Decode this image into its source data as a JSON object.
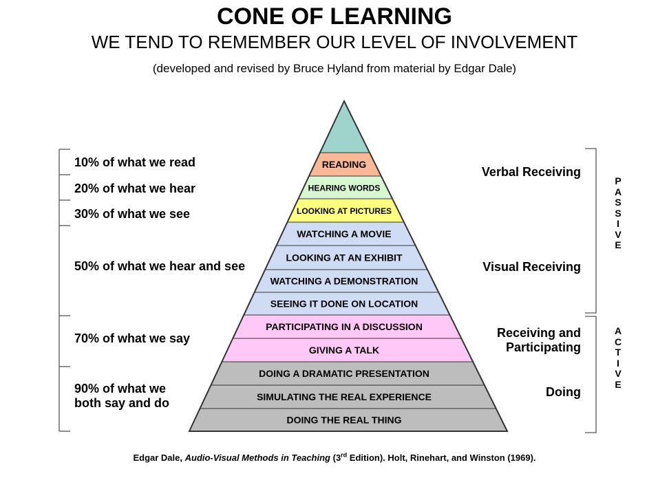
{
  "title": "CONE OF LEARNING",
  "subtitle": "WE TEND TO REMEMBER OUR LEVEL OF INVOLVEMENT",
  "credit": "(developed and revised by Bruce Hyland from material by Edgar Dale)",
  "colors": {
    "apex": "#9fd4cc",
    "reading": "#f9b896",
    "hearing": "#d6f7d0",
    "pictures": "#ffff80",
    "visual": "#cfdcf4",
    "discussion": "#ffc8f6",
    "doing": "#bdbdbd",
    "outline": "#333333"
  },
  "layers": [
    {
      "label": "",
      "color": "apex"
    },
    {
      "label": "READING",
      "color": "reading"
    },
    {
      "label": "HEARING WORDS",
      "color": "hearing",
      "small": true
    },
    {
      "label": "LOOKING AT PICTURES",
      "color": "pictures",
      "small": true
    },
    {
      "label": "WATCHING A MOVIE",
      "color": "visual"
    },
    {
      "label": "LOOKING AT AN EXHIBIT",
      "color": "visual"
    },
    {
      "label": "WATCHING A DEMONSTRATION",
      "color": "visual"
    },
    {
      "label": "SEEING IT DONE ON LOCATION",
      "color": "visual"
    },
    {
      "label": "PARTICIPATING IN A DISCUSSION",
      "color": "discussion"
    },
    {
      "label": "GIVING A TALK",
      "color": "discussion"
    },
    {
      "label": "DOING A DRAMATIC PRESENTATION",
      "color": "doing"
    },
    {
      "label": "SIMULATING THE REAL EXPERIENCE",
      "color": "doing"
    },
    {
      "label": "DOING THE REAL THING",
      "color": "doing"
    }
  ],
  "left_labels": [
    {
      "line1": "10% of what we read",
      "line2": ""
    },
    {
      "line1": "20% of what we hear",
      "line2": ""
    },
    {
      "line1": "30% of what we see",
      "line2": ""
    },
    {
      "line1": "50% of what we hear and see",
      "line2": ""
    },
    {
      "line1": "70% of what we say",
      "line2": ""
    },
    {
      "line1": "90% of what we",
      "line2": "both say and do"
    }
  ],
  "right_labels": [
    {
      "line1": "Verbal Receiving",
      "line2": ""
    },
    {
      "line1": "Visual Receiving",
      "line2": ""
    },
    {
      "line1": "Receiving and",
      "line2": "Participating"
    },
    {
      "line1": "Doing",
      "line2": ""
    }
  ],
  "side_words": {
    "passive": [
      "P",
      "A",
      "S",
      "S",
      "I",
      "V",
      "E"
    ],
    "active": [
      "A",
      "C",
      "T",
      "I",
      "V",
      "E"
    ]
  },
  "footer": {
    "author": "Edgar Dale, ",
    "book": "Audio-Visual Methods in Teaching",
    "edition_open": " (3",
    "edition_sup": "rd",
    "edition_rest": " Edition). Holt, Rinehart, and Winston (1969)."
  }
}
